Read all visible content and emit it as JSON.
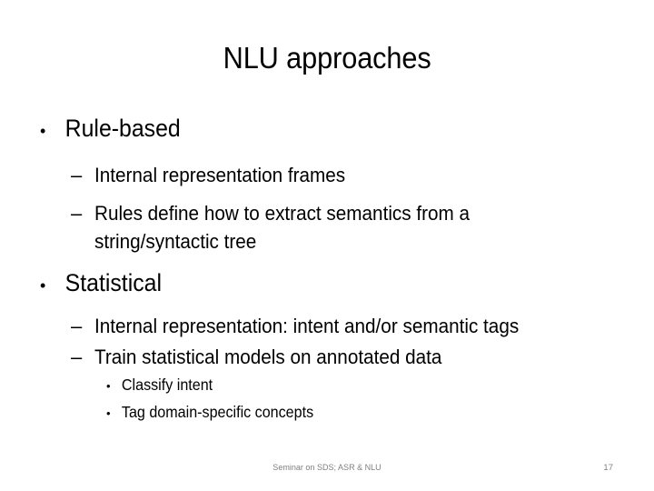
{
  "slide": {
    "title": "NLU approaches",
    "background_color": "#ffffff",
    "text_color": "#000000",
    "footer_color": "#808080"
  },
  "bullet_marks": {
    "level1": "•",
    "level2": "–",
    "level3": "•"
  },
  "content": {
    "items": [
      {
        "level": 1,
        "text": "Rule-based"
      },
      {
        "level": 2,
        "text": "Internal representation frames"
      },
      {
        "level": 2,
        "text": "Rules define how to extract  semantics from a string/syntactic tree"
      },
      {
        "level": 1,
        "text": "Statistical"
      },
      {
        "level": 2,
        "text": " Internal representation: intent and/or semantic tags"
      },
      {
        "level": 2,
        "text": "Train statistical models on annotated data"
      },
      {
        "level": 3,
        "text": "Classify intent"
      },
      {
        "level": 3,
        "text": "Tag domain-specific concepts"
      }
    ]
  },
  "footer": {
    "center_text": "Seminar on SDS; ASR & NLU",
    "page_number": "17"
  }
}
